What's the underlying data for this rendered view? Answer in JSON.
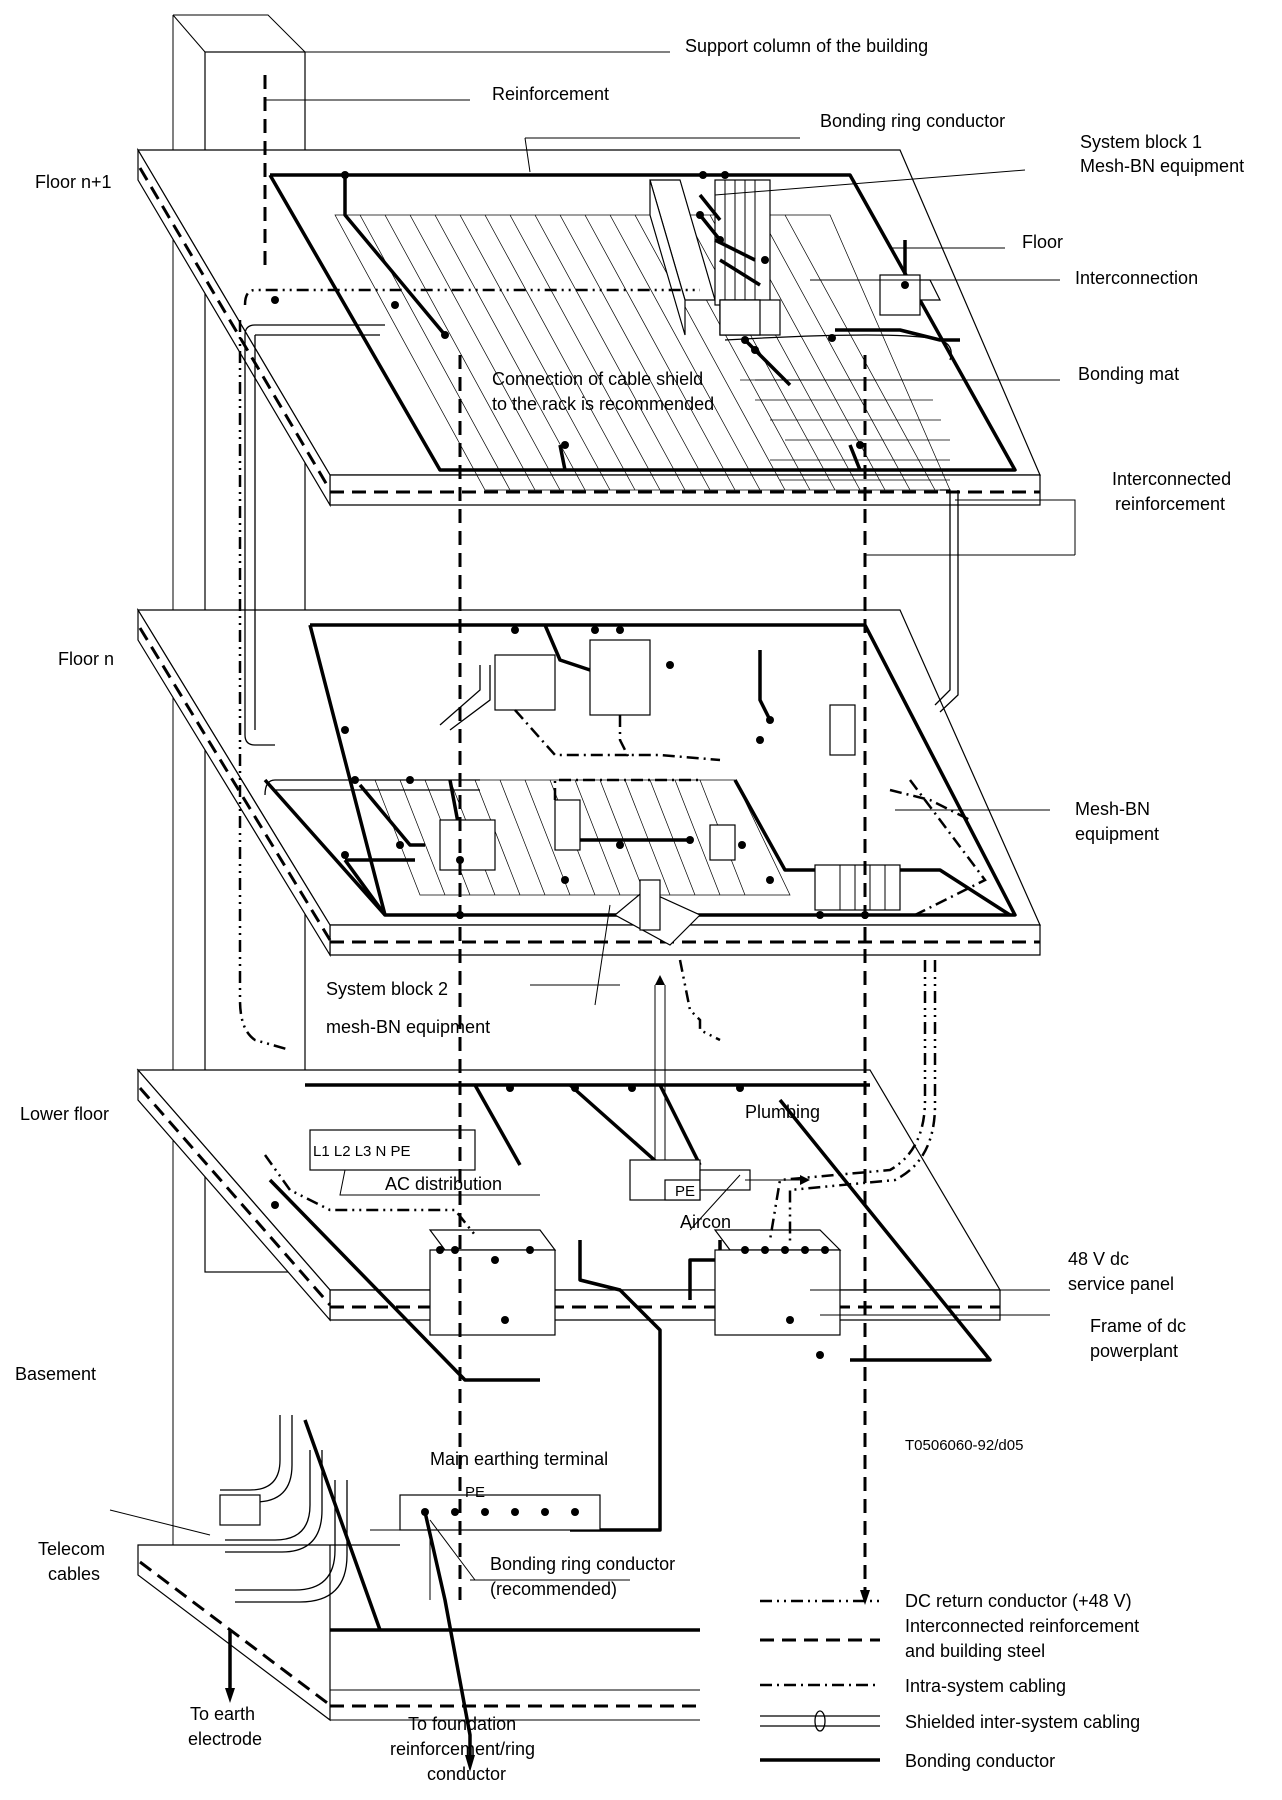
{
  "labels": {
    "support_column": "Support column of the building",
    "reinforcement": "Reinforcement",
    "bonding_ring": "Bonding ring conductor",
    "system_block1_l1": "System block 1",
    "system_block1_l2": "Mesh-BN equipment",
    "floor": "Floor",
    "interconnection": "Interconnection",
    "bonding_mat": "Bonding mat",
    "cable_shield_l1": "Connection of cable shield",
    "cable_shield_l2": "to the rack is recommended",
    "interconnected_reinf_l1": "Interconnected",
    "interconnected_reinf_l2": "reinforcement",
    "mesh_bn_l1": "Mesh-BN",
    "mesh_bn_l2": "equipment",
    "system_block2_l1": "System block 2",
    "system_block2_l2": "mesh-BN equipment",
    "plumbing": "Plumbing",
    "ac_distribution": "AC distribution",
    "aircon": "Aircon",
    "service_panel_l1": "48 V dc",
    "service_panel_l2": "service panel",
    "dc_frame_l1": "Frame of dc",
    "dc_frame_l2": "powerplant",
    "main_earthing": "Main earthing terminal",
    "pe": "PE",
    "pe_small": "PE",
    "bonding_rec_l1": "Bonding ring conductor",
    "bonding_rec_l2": "(recommended)",
    "telecom_l1": "Telecom",
    "telecom_l2": "cables",
    "earth_l1": "To earth",
    "earth_l2": "electrode",
    "foundation_l1": "To foundation",
    "foundation_l2": "reinforcement/ring",
    "foundation_l3": "conductor",
    "figure_code": "T0506060-92/d05",
    "ac_terminals": "L1 L2 L3  N  PE"
  },
  "floors": {
    "floor_n1": "Floor n+1",
    "floor_n": "Floor n",
    "lower_floor": "Lower floor",
    "basement": "Basement"
  },
  "legend": {
    "dc_return": "DC return conductor (+48 V)",
    "reinf_l1": "Interconnected reinforcement",
    "reinf_l2": "and building steel",
    "intra": "Intra-system cabling",
    "shielded": "Shielded inter-system cabling",
    "bonding": "Bonding conductor"
  }
}
